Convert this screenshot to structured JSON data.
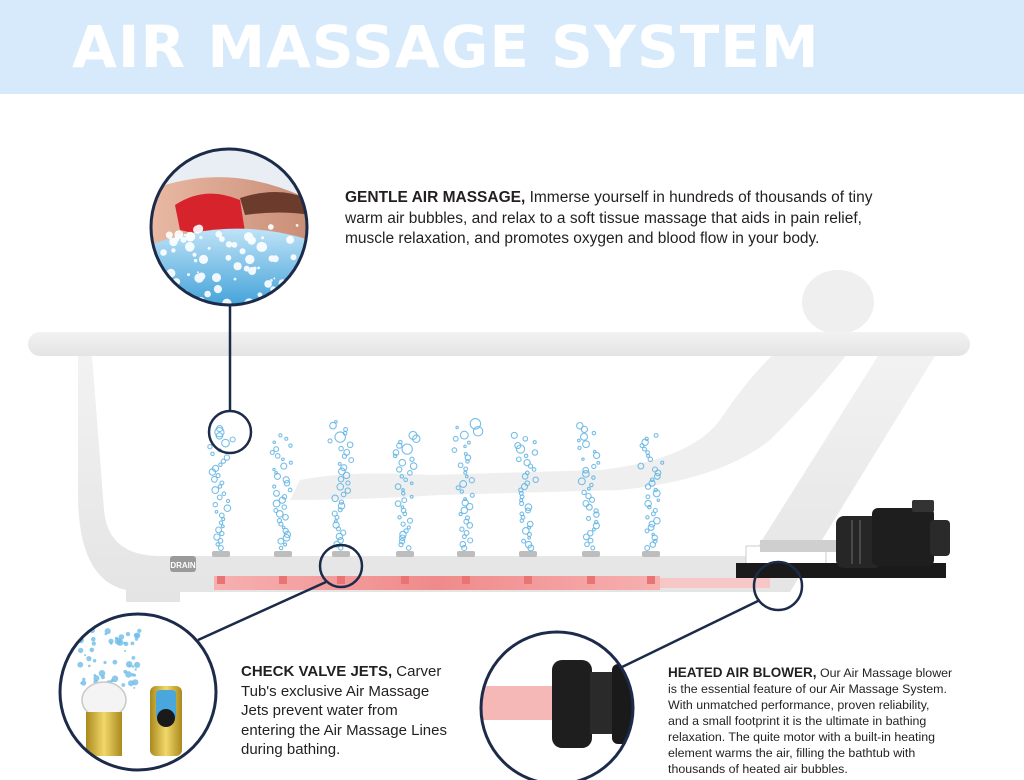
{
  "header": {
    "title": "AIR MASSAGE SYSTEM",
    "background_color": "#d6eafb"
  },
  "callouts": {
    "gentle_air_massage": {
      "heading": "GENTLE AIR MASSAGE,",
      "body": " Immerse yourself in hundreds of thousands of tiny warm air bubbles, and relax to a soft tissue massage that aids in pain relief, muscle relaxation, and promotes oxygen and blood flow in your body."
    },
    "check_valve_jets": {
      "heading": "CHECK VALVE JETS,",
      "body": " Carver Tub's exclusive Air Massage Jets prevent water from entering the Air Massage Lines during bathing."
    },
    "heated_air_blower": {
      "heading": "HEATED AIR BLOWER,",
      "body": " Our Air Massage blower is the essential feature of our Air Massage System. With unmatched performance, proven reliability, and a small footprint it is the ultimate in bathing relaxation. The quite motor with a built-in heating element warms the air, filling the bathtub with thousands of heated air bubbles."
    }
  },
  "diagram": {
    "drain_label": "DRAIN",
    "air_line_color": "#f08a8a",
    "callout_line_color": "#1c2b4a",
    "bubble_color": "#5fb3e3",
    "tub_color": "#ececec",
    "blower_color": "#1e1e1e",
    "icons": [
      "bather-photo",
      "check-valve-jets-photo",
      "heated-air-blower-photo"
    ]
  }
}
